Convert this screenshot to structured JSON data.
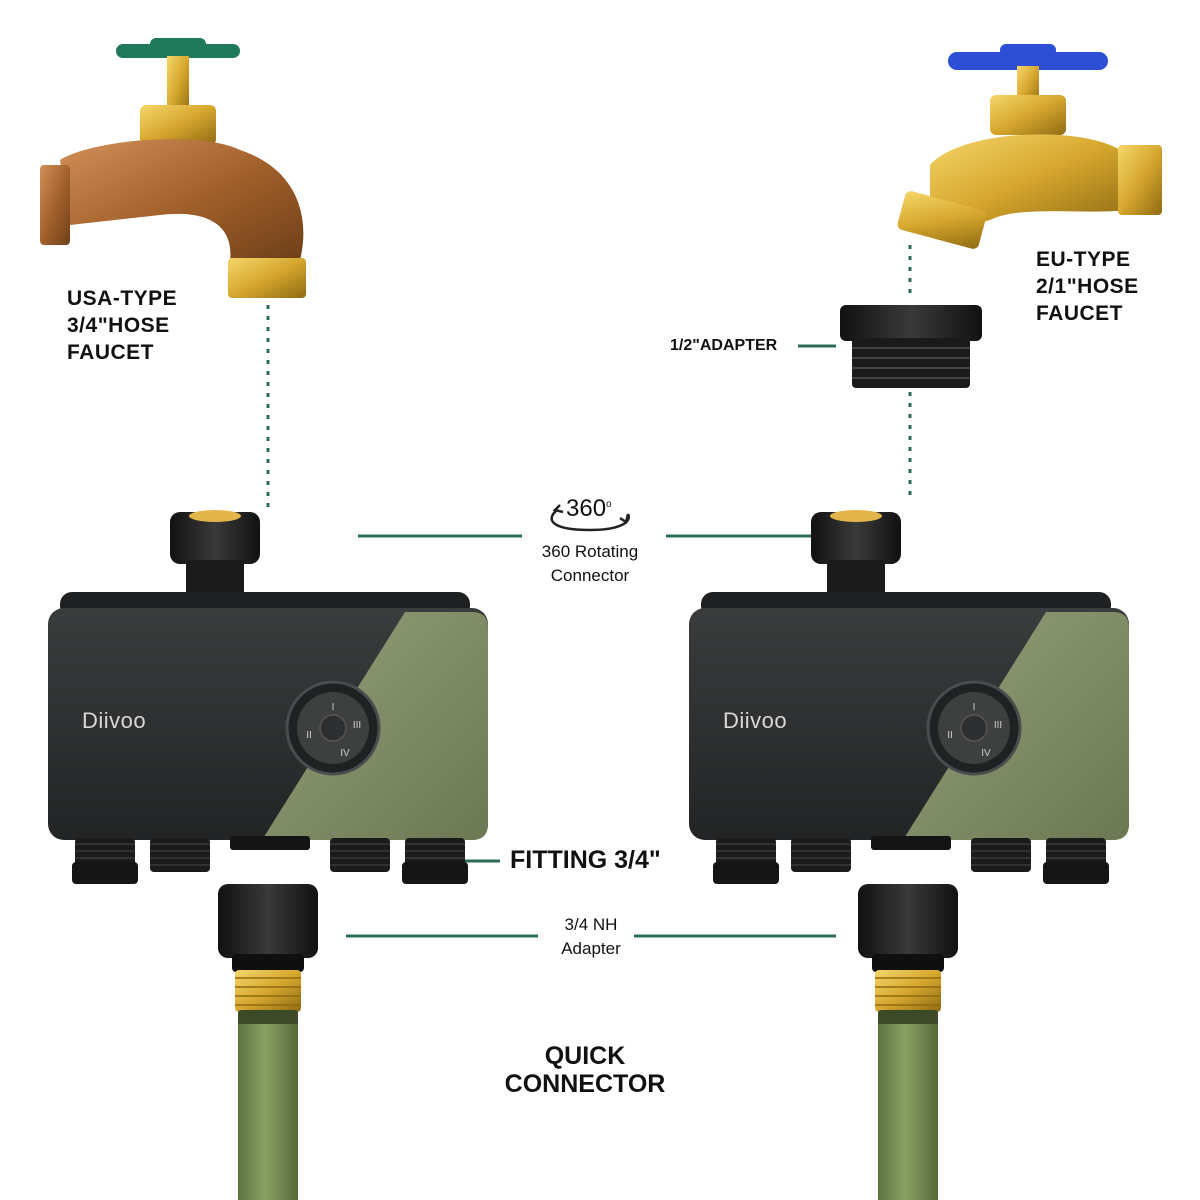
{
  "labels": {
    "usa_faucet": [
      "USA-TYPE",
      "3/4\"HOSE",
      "FAUCET"
    ],
    "eu_faucet": [
      "EU-TYPE",
      "2/1\"HOSE",
      "FAUCET"
    ],
    "adapter_half": "1/2\"ADAPTER",
    "rotate_badge": "360",
    "rotate_degree": "o",
    "rotating_connector": [
      "360 Rotating",
      "Connector"
    ],
    "fitting": "FITTING 3/4\"",
    "nh_adapter": [
      "3/4 NH",
      "Adapter"
    ],
    "quick_connector": [
      "QUICK",
      "CONNECTOR"
    ]
  },
  "devices": [
    {
      "brand": "Diivoo",
      "buttons": [
        "I",
        "II",
        "III",
        "IV"
      ]
    },
    {
      "brand": "Diivoo",
      "buttons": [
        "I",
        "II",
        "III",
        "IV"
      ]
    }
  ],
  "colors": {
    "leader_line": "#2e6b57",
    "device_dark": "#2b2d2e",
    "device_olive": "#7d8a63",
    "hose_green": "#7a9152",
    "brass": "#c9a24a",
    "copper": "#a8652e",
    "green_handle": "#1f7a5c",
    "blue_handle": "#2d4fd6"
  }
}
